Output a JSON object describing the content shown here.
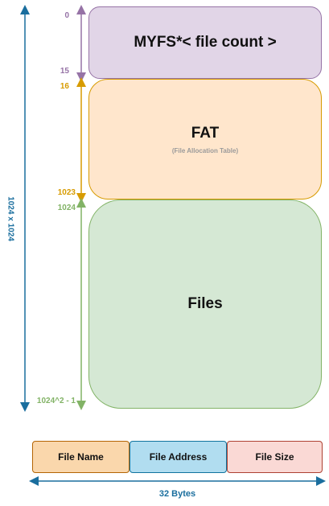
{
  "colors": {
    "header": "#9673a6",
    "fat": "#d79b00",
    "files": "#82b366",
    "total": "#1a6e9e"
  },
  "blocks": {
    "header": {
      "title": "MYFS*< file count >",
      "start": "0",
      "end": "15"
    },
    "fat": {
      "title": "FAT",
      "subtitle": "(File Allocation Table)",
      "start": "16",
      "end": "1023"
    },
    "files": {
      "title": "Files",
      "start": "1024",
      "end": "1024^2 - 1"
    }
  },
  "total_size": "1024 x 1024",
  "entry": {
    "fields": [
      "File Name",
      "File Address",
      "File Size"
    ],
    "width": "32 Bytes"
  }
}
